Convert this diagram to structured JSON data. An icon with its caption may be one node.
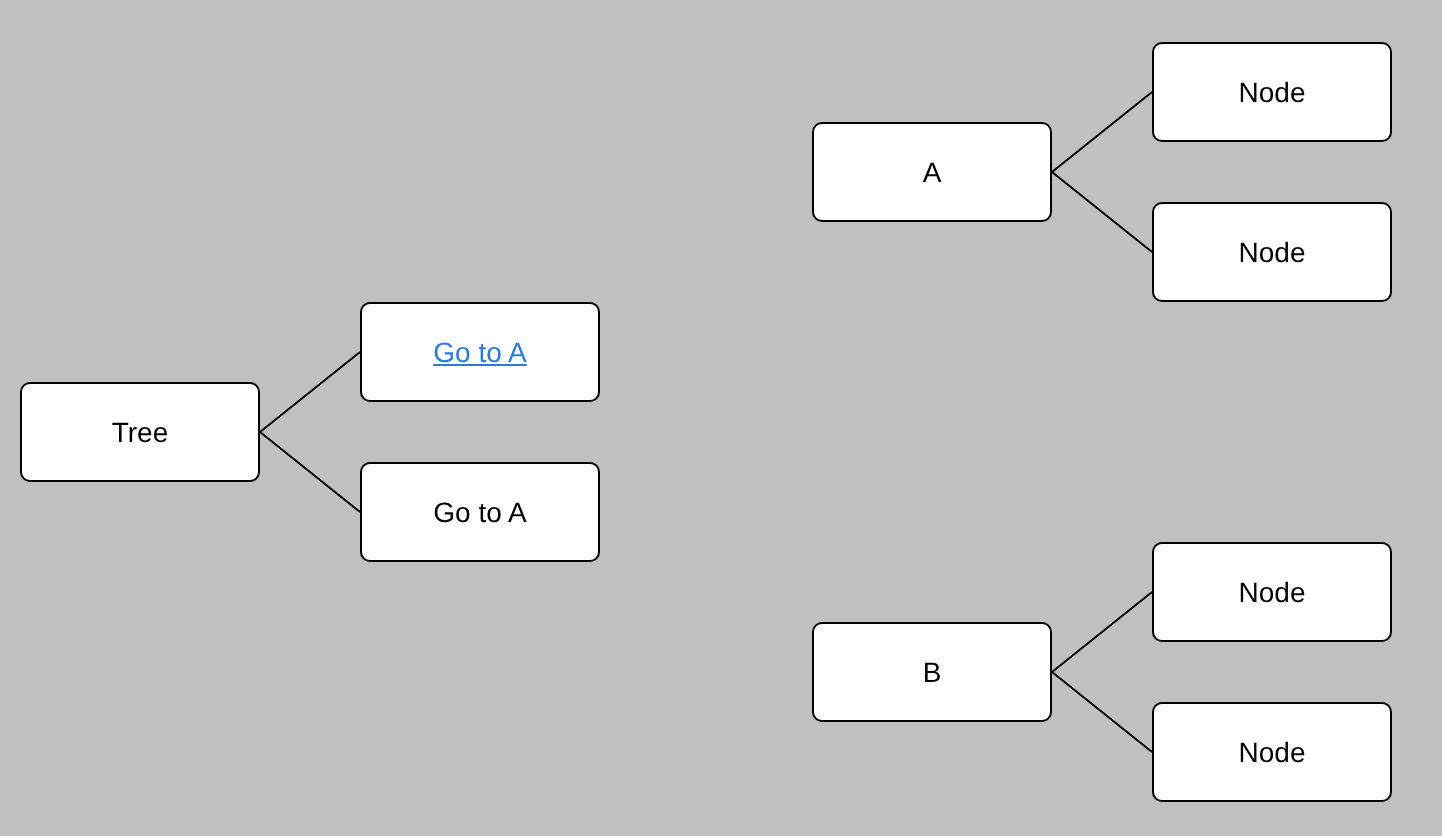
{
  "diagram": {
    "nodes": [
      {
        "text": [
          "Tree"
        ]
      },
      {
        "text": [
          "Go to A"
        ]
      },
      {
        "text": [
          "Go to A"
        ]
      },
      {
        "text": [
          "A"
        ]
      },
      {
        "text": [
          "Node"
        ]
      },
      {
        "text": [
          "Node"
        ]
      },
      {
        "text": [
          "B"
        ]
      },
      {
        "text": [
          "Node"
        ]
      },
      {
        "text": [
          "Node"
        ]
      }
    ],
    "edges": [
      {
        "from": 0,
        "to": 1,
        "arrow": "none"
      },
      {
        "from": 0,
        "to": 2,
        "arrow": "none"
      },
      {
        "from": 3,
        "to": 4,
        "arrow": "none"
      },
      {
        "from": 3,
        "to": 5,
        "arrow": "none"
      },
      {
        "from": 6,
        "to": 7,
        "arrow": "none"
      },
      {
        "from": 6,
        "to": 8,
        "arrow": "none"
      }
    ]
  }
}
